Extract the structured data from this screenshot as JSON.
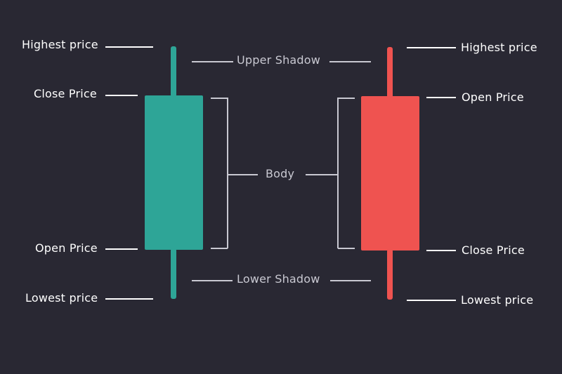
{
  "colors": {
    "background": "#292833",
    "bullish": "#2ea597",
    "bearish": "#ef5350",
    "label_bright": "#ffffff",
    "label_dim": "#c9c9d2"
  },
  "bullish_candle": {
    "highest_label": "Highest price",
    "close_label": "Close Price",
    "open_label": "Open Price",
    "lowest_label": "Lowest price"
  },
  "center": {
    "upper_shadow_label": "Upper Shadow",
    "body_label": "Body",
    "lower_shadow_label": "Lower Shadow"
  },
  "bearish_candle": {
    "highest_label": "Highest price",
    "open_label": "Open Price",
    "close_label": "Close Price",
    "lowest_label": "Lowest price"
  }
}
